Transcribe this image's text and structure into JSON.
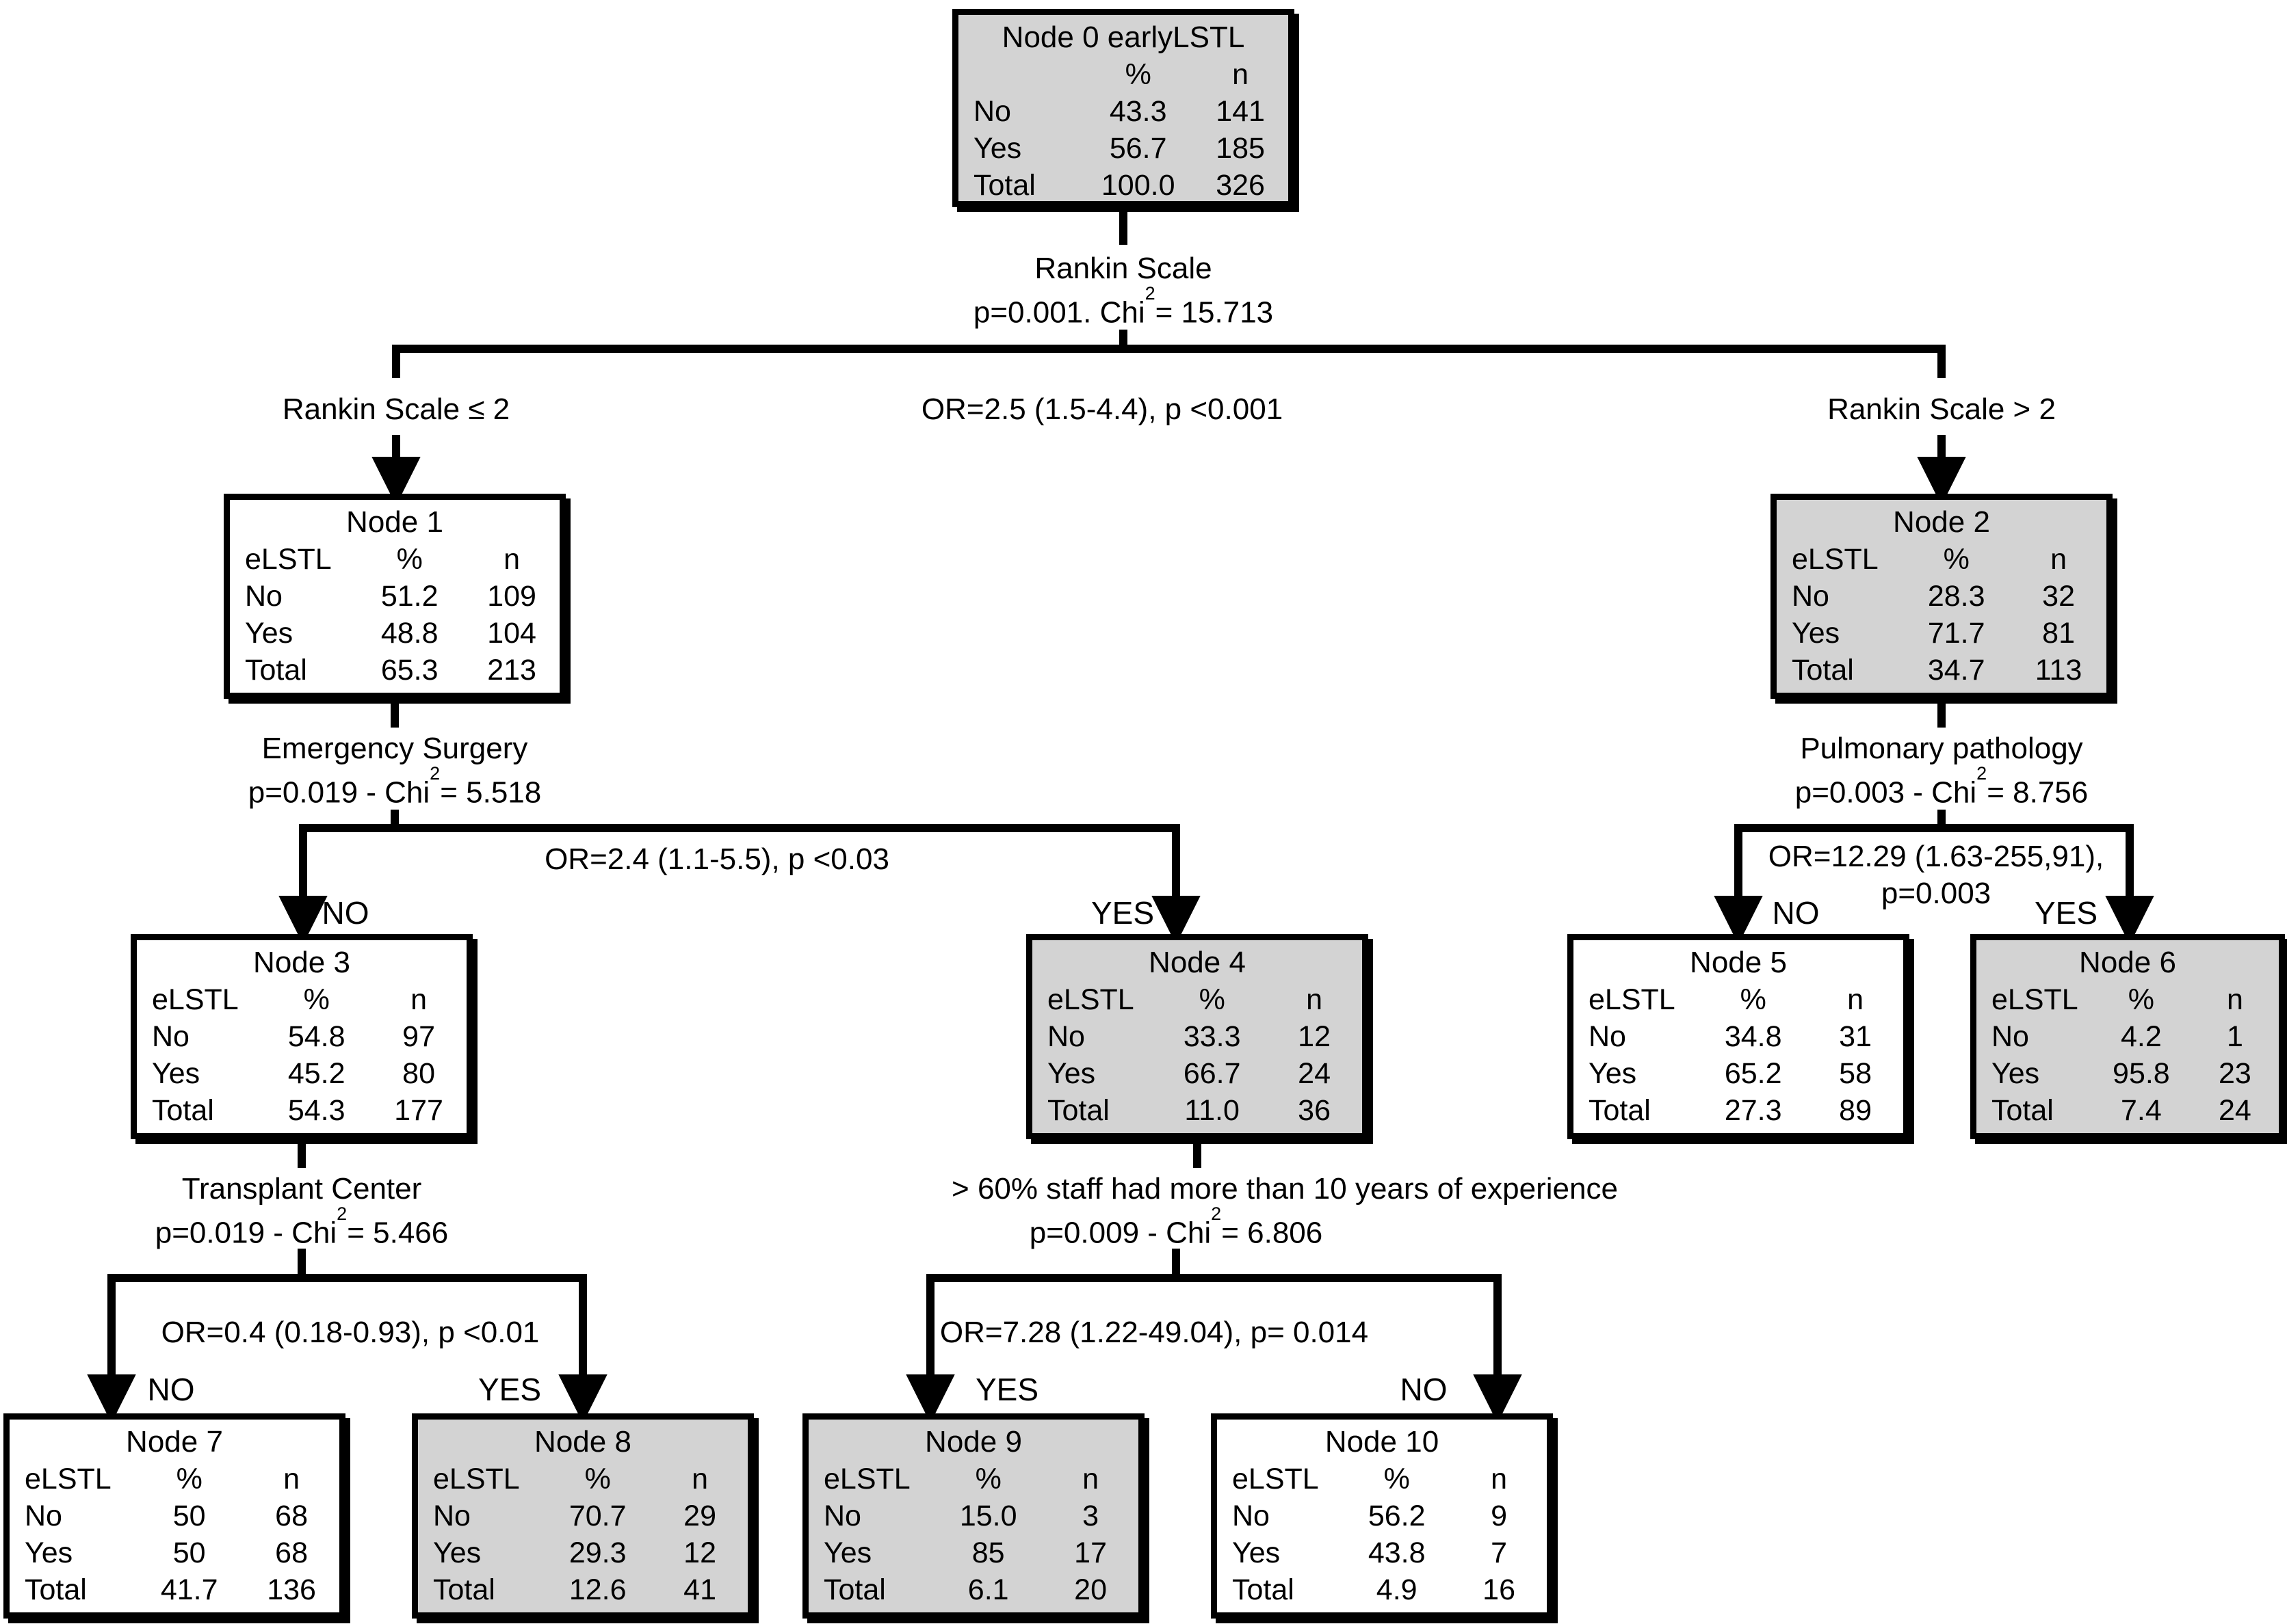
{
  "colors": {
    "shaded_fill": "#d3d3d3",
    "plain_fill": "#ffffff",
    "line": "#000000"
  },
  "nodes": [
    {
      "title": "Node 0 earlyLSTL",
      "shaded": true,
      "header": {
        "label": "",
        "pct": "%",
        "n": "n"
      },
      "rows": [
        {
          "label": "No",
          "pct": "43.3",
          "n": "141"
        },
        {
          "label": "Yes",
          "pct": "56.7",
          "n": "185"
        },
        {
          "label": "Total",
          "pct": "100.0",
          "n": "326"
        }
      ]
    },
    {
      "title": "Node 1",
      "shaded": false,
      "header": {
        "label": "eLSTL",
        "pct": "%",
        "n": "n"
      },
      "rows": [
        {
          "label": "No",
          "pct": "51.2",
          "n": "109"
        },
        {
          "label": "Yes",
          "pct": "48.8",
          "n": "104"
        },
        {
          "label": "Total",
          "pct": "65.3",
          "n": "213"
        }
      ]
    },
    {
      "title": "Node 2",
      "shaded": true,
      "header": {
        "label": "eLSTL",
        "pct": "%",
        "n": "n"
      },
      "rows": [
        {
          "label": "No",
          "pct": "28.3",
          "n": "32"
        },
        {
          "label": "Yes",
          "pct": "71.7",
          "n": "81"
        },
        {
          "label": "Total",
          "pct": "34.7",
          "n": "113"
        }
      ]
    },
    {
      "title": "Node 3",
      "shaded": false,
      "header": {
        "label": "eLSTL",
        "pct": "%",
        "n": "n"
      },
      "rows": [
        {
          "label": "No",
          "pct": "54.8",
          "n": "97"
        },
        {
          "label": "Yes",
          "pct": "45.2",
          "n": "80"
        },
        {
          "label": "Total",
          "pct": "54.3",
          "n": "177"
        }
      ]
    },
    {
      "title": "Node 4",
      "shaded": true,
      "header": {
        "label": "eLSTL",
        "pct": "%",
        "n": "n"
      },
      "rows": [
        {
          "label": "No",
          "pct": "33.3",
          "n": "12"
        },
        {
          "label": "Yes",
          "pct": "66.7",
          "n": "24"
        },
        {
          "label": "Total",
          "pct": "11.0",
          "n": "36"
        }
      ]
    },
    {
      "title": "Node 5",
      "shaded": false,
      "header": {
        "label": "eLSTL",
        "pct": "%",
        "n": "n"
      },
      "rows": [
        {
          "label": "No",
          "pct": "34.8",
          "n": "31"
        },
        {
          "label": "Yes",
          "pct": "65.2",
          "n": "58"
        },
        {
          "label": "Total",
          "pct": "27.3",
          "n": "89"
        }
      ]
    },
    {
      "title": "Node 6",
      "shaded": true,
      "header": {
        "label": "eLSTL",
        "pct": "%",
        "n": "n"
      },
      "rows": [
        {
          "label": "No",
          "pct": "4.2",
          "n": "1"
        },
        {
          "label": "Yes",
          "pct": "95.8",
          "n": "23"
        },
        {
          "label": "Total",
          "pct": "7.4",
          "n": "24"
        }
      ]
    },
    {
      "title": "Node 7",
      "shaded": false,
      "header": {
        "label": "eLSTL",
        "pct": "%",
        "n": "n"
      },
      "rows": [
        {
          "label": "No",
          "pct": "50",
          "n": "68"
        },
        {
          "label": "Yes",
          "pct": "50",
          "n": "68"
        },
        {
          "label": "Total",
          "pct": "41.7",
          "n": "136"
        }
      ]
    },
    {
      "title": "Node 8",
      "shaded": true,
      "header": {
        "label": "eLSTL",
        "pct": "%",
        "n": "n"
      },
      "rows": [
        {
          "label": "No",
          "pct": "70.7",
          "n": "29"
        },
        {
          "label": "Yes",
          "pct": "29.3",
          "n": "12"
        },
        {
          "label": "Total",
          "pct": "12.6",
          "n": "41"
        }
      ]
    },
    {
      "title": "Node 9",
      "shaded": true,
      "header": {
        "label": "eLSTL",
        "pct": "%",
        "n": "n"
      },
      "rows": [
        {
          "label": "No",
          "pct": "15.0",
          "n": "3"
        },
        {
          "label": "Yes",
          "pct": "85",
          "n": "17"
        },
        {
          "label": "Total",
          "pct": "6.1",
          "n": "20"
        }
      ]
    },
    {
      "title": "Node 10",
      "shaded": false,
      "header": {
        "label": "eLSTL",
        "pct": "%",
        "n": "n"
      },
      "rows": [
        {
          "label": "No",
          "pct": "56.2",
          "n": "9"
        },
        {
          "label": "Yes",
          "pct": "43.8",
          "n": "7"
        },
        {
          "label": "Total",
          "pct": "4.9",
          "n": "16"
        }
      ]
    }
  ],
  "splits": [
    {
      "variable": "Rankin Scale",
      "stat_pre": "p=0.001. Chi",
      "stat_sup": "2",
      "stat_post": "= 15.713",
      "left_branch": "Rankin Scale ≤ 2",
      "right_branch": "Rankin Scale > 2",
      "or_text": "OR=2.5 (1.5-4.4), p <0.001"
    },
    {
      "variable": "Emergency Surgery",
      "stat_pre": "p=0.019 - Chi",
      "stat_sup": "2",
      "stat_post": "= 5.518",
      "left_branch": "NO",
      "right_branch": "YES",
      "or_text": "OR=2.4 (1.1-5.5), p <0.03"
    },
    {
      "variable": "Pulmonary pathology",
      "stat_pre": "p=0.003 - Chi",
      "stat_sup": "2",
      "stat_post": "= 8.756",
      "left_branch": "NO",
      "right_branch": "YES",
      "or_text_line1": "OR=12.29 (1.63-255,91),",
      "or_text_line2": "p=0.003"
    },
    {
      "variable": "Transplant Center",
      "stat_pre": "p=0.019 - Chi",
      "stat_sup": "2",
      "stat_post": "= 5.466",
      "left_branch": "NO",
      "right_branch": "YES",
      "or_text": "OR=0.4 (0.18-0.93), p <0.01"
    },
    {
      "variable": "> 60% staff had more than 10 years of experience",
      "stat_pre": "p=0.009 - Chi",
      "stat_sup": "2",
      "stat_post": "= 6.806",
      "left_branch": "YES",
      "right_branch": "NO",
      "or_text": "OR=7.28 (1.22-49.04), p= 0.014"
    }
  ]
}
